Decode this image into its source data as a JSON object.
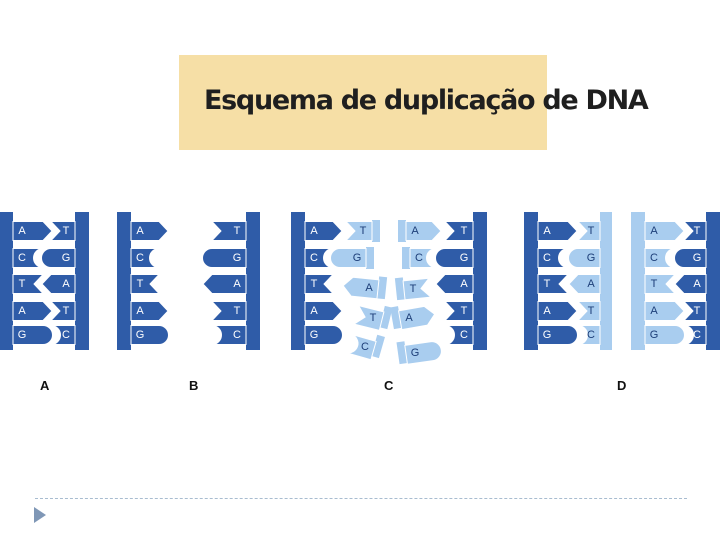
{
  "title": "Esquema de duplicação de DNA",
  "colors": {
    "title_background": "#f6dfa6",
    "strand_dark": "#2f5ca8",
    "strand_light": "#a9cdef",
    "divider": "#a8bcd0",
    "bullet": "#7f97b6"
  },
  "panels": [
    {
      "label": "A",
      "left_bases": [
        "A",
        "C",
        "T",
        "A",
        "G"
      ],
      "right_bases": [
        "T",
        "G",
        "A",
        "T",
        "C"
      ]
    },
    {
      "label": "B",
      "left_bases": [
        "A",
        "C",
        "T",
        "A",
        "G"
      ],
      "right_bases": [
        "T",
        "G",
        "A",
        "T",
        "C"
      ]
    },
    {
      "label": "C",
      "left_bases": [
        "A",
        "C",
        "T",
        "A",
        "G"
      ],
      "right_bases": [
        "T",
        "G",
        "A",
        "T",
        "C"
      ],
      "new_left": [
        "T",
        "G",
        "A",
        "T",
        "C"
      ],
      "new_right": [
        "A",
        "C",
        "T",
        "A",
        "G"
      ]
    },
    {
      "label": "D",
      "left_bases": [
        "A",
        "C",
        "T",
        "A",
        "G"
      ],
      "right_bases": [
        "T",
        "G",
        "A",
        "T",
        "C"
      ],
      "new_left": [
        "T",
        "G",
        "A",
        "T",
        "C"
      ],
      "new_right": [
        "A",
        "C",
        "T",
        "A",
        "G"
      ]
    }
  ],
  "footer_icon": "bullet-arrow-icon"
}
